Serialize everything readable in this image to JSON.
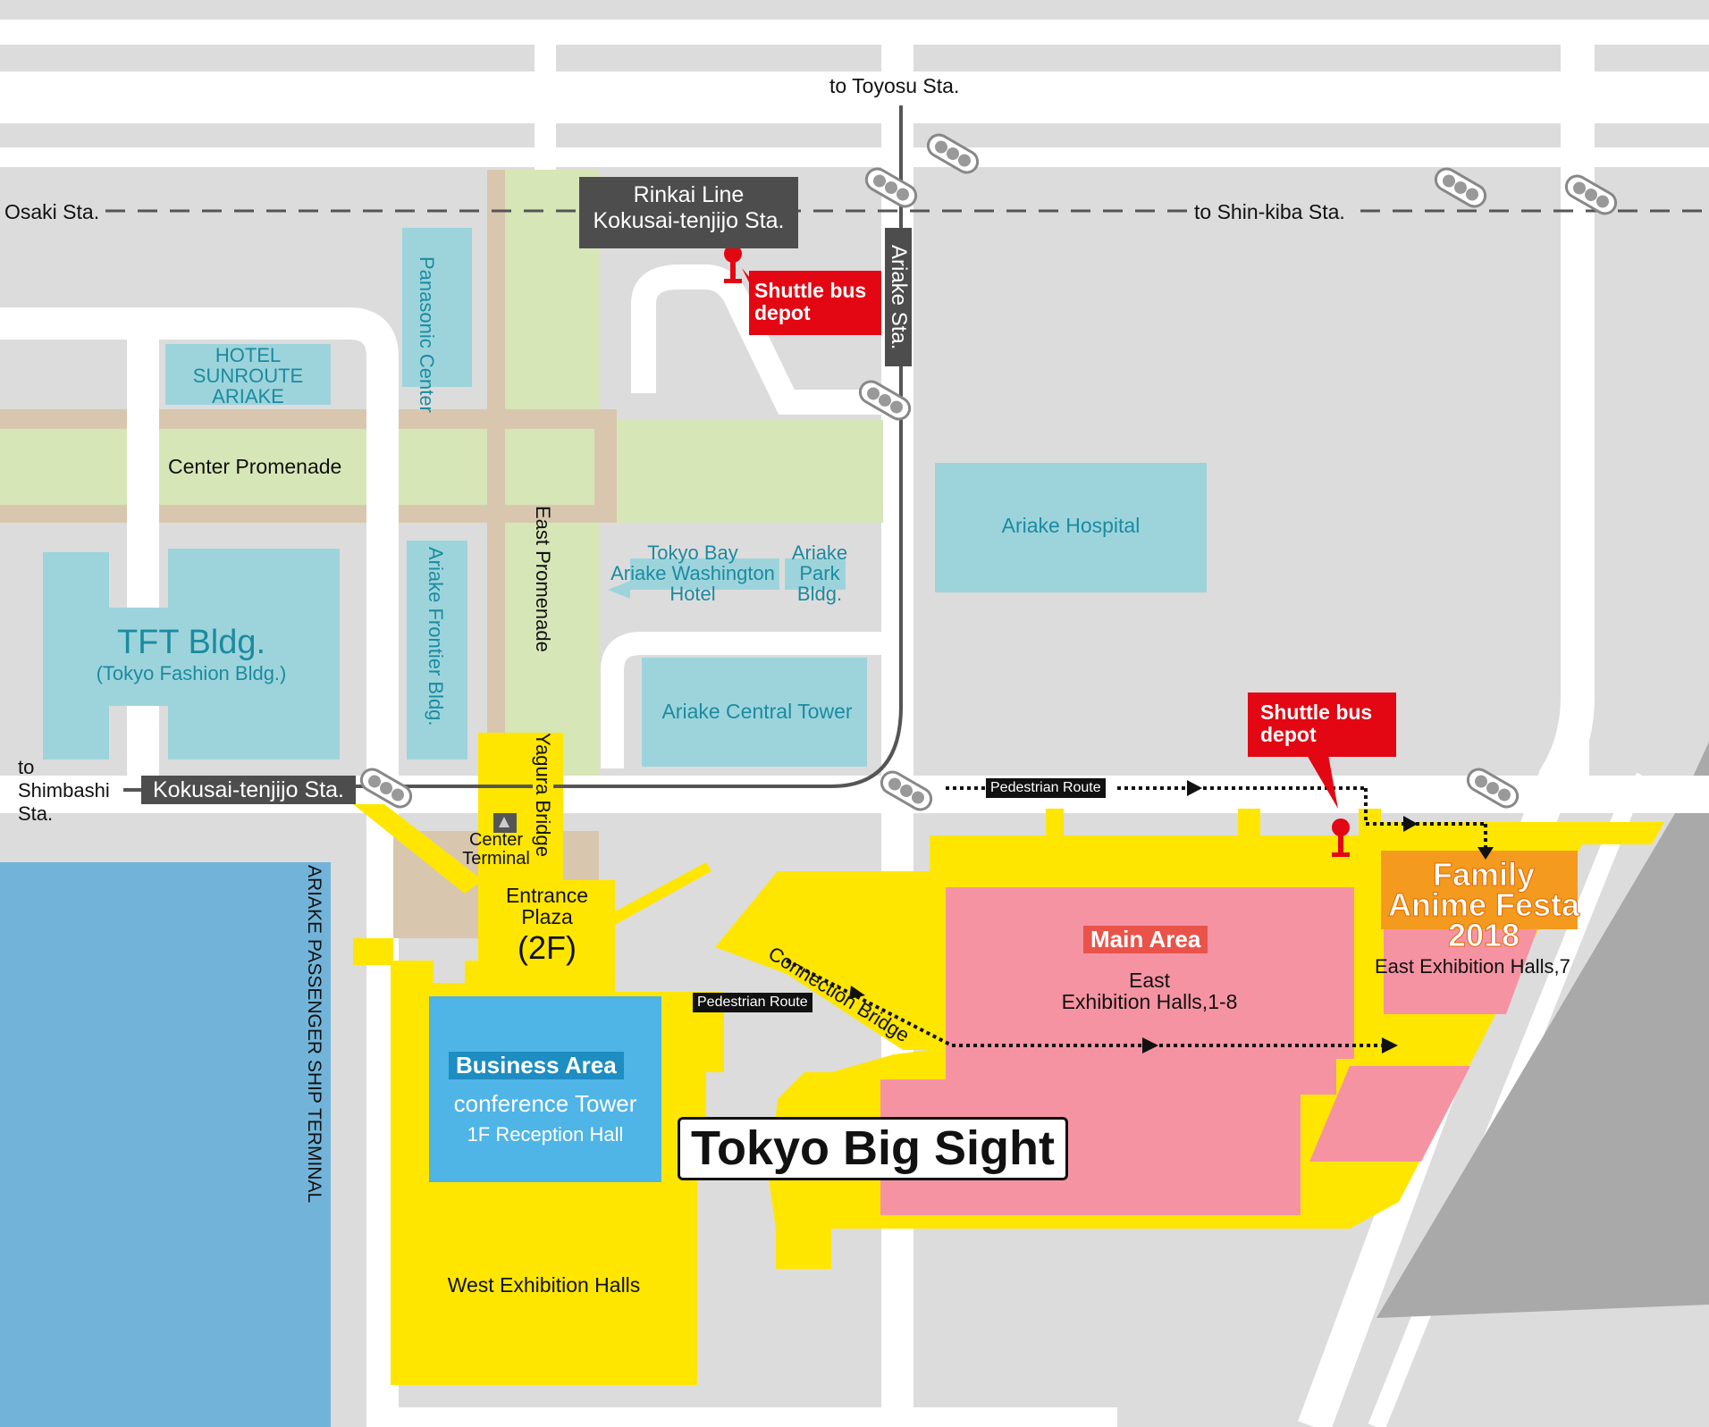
{
  "stations": {
    "toyosu": "to Toyosu Sta.",
    "osaki": "Osaki Sta.",
    "shinkiba": "to Shin-kiba Sta.",
    "rinkai_line": "Rinkai Line",
    "rinkai_station": "Kokusai-tenjijo Sta.",
    "ariake_sta": "Ariake Sta.",
    "to": "to",
    "shimbashi": "Shimbashi",
    "sta": "Sta.",
    "kokusai_yurikamome": "Kokusai-tenjijo Sta."
  },
  "shuttle": {
    "depot_line1": "Shuttle bus",
    "depot_line2": "depot"
  },
  "buildings": {
    "panasonic": "Panasonic Center",
    "hotel_1": "HOTEL",
    "hotel_2": "SUNROUTE",
    "hotel_3": "ARIAKE",
    "tft": "TFT Bldg.",
    "tft_sub": "(Tokyo Fashion Bldg.)",
    "frontier": "Ariake Frontier Bldg.",
    "washington_1": "Tokyo Bay",
    "washington_2": "Ariake Washington",
    "washington_3": "Hotel",
    "park_1": "Ariake",
    "park_2": "Park",
    "park_3": "Bldg.",
    "hospital": "Ariake Hospital",
    "central_tower": "Ariake Central Tower"
  },
  "roads": {
    "center_promenade": "Center Promenade",
    "east_promenade": "East Promenade",
    "yagura_bridge": "Yagura Bridge",
    "connection_bridge": "Connection Bridge",
    "center_terminal_1": "Center",
    "center_terminal_2": "Terminal",
    "ship_terminal_1": "ARIAKE PASSENGER",
    "ship_terminal_2": "SHIP TERMINAL"
  },
  "venue": {
    "entrance_1": "Entrance",
    "entrance_2": "Plaza",
    "entrance_3": "(2F)",
    "business_area": "Business Area",
    "conference_tower": "conference Tower",
    "reception": "1F Reception Hall",
    "west_halls": "West Exhibition Halls",
    "big_sight": "Tokyo Big Sight",
    "main_area": "Main Area",
    "east_1": "East",
    "east_2": "Exhibition Halls,1-8",
    "festa_1": "Family",
    "festa_2": "Anime Festa",
    "festa_3": "2018",
    "east_7": "East Exhibition Halls,7",
    "pedestrian_route": "Pedestrian Route"
  },
  "icons": [
    "traffic-signal-icon",
    "bus-stop-pin-icon",
    "escalator-icon",
    "arrow-right-icon",
    "arrow-down-icon"
  ],
  "colors": {
    "road": "#ffffff",
    "ground": "#dcdcdc",
    "water": "#72b4d9",
    "venue": "#ffe600",
    "hall": "#f693a3",
    "building": "#9dd4dc",
    "green": "#d6e6b7",
    "accent_red": "#e30613",
    "festa_orange": "#f39a1f",
    "business_blue": "#4fb4e6"
  }
}
